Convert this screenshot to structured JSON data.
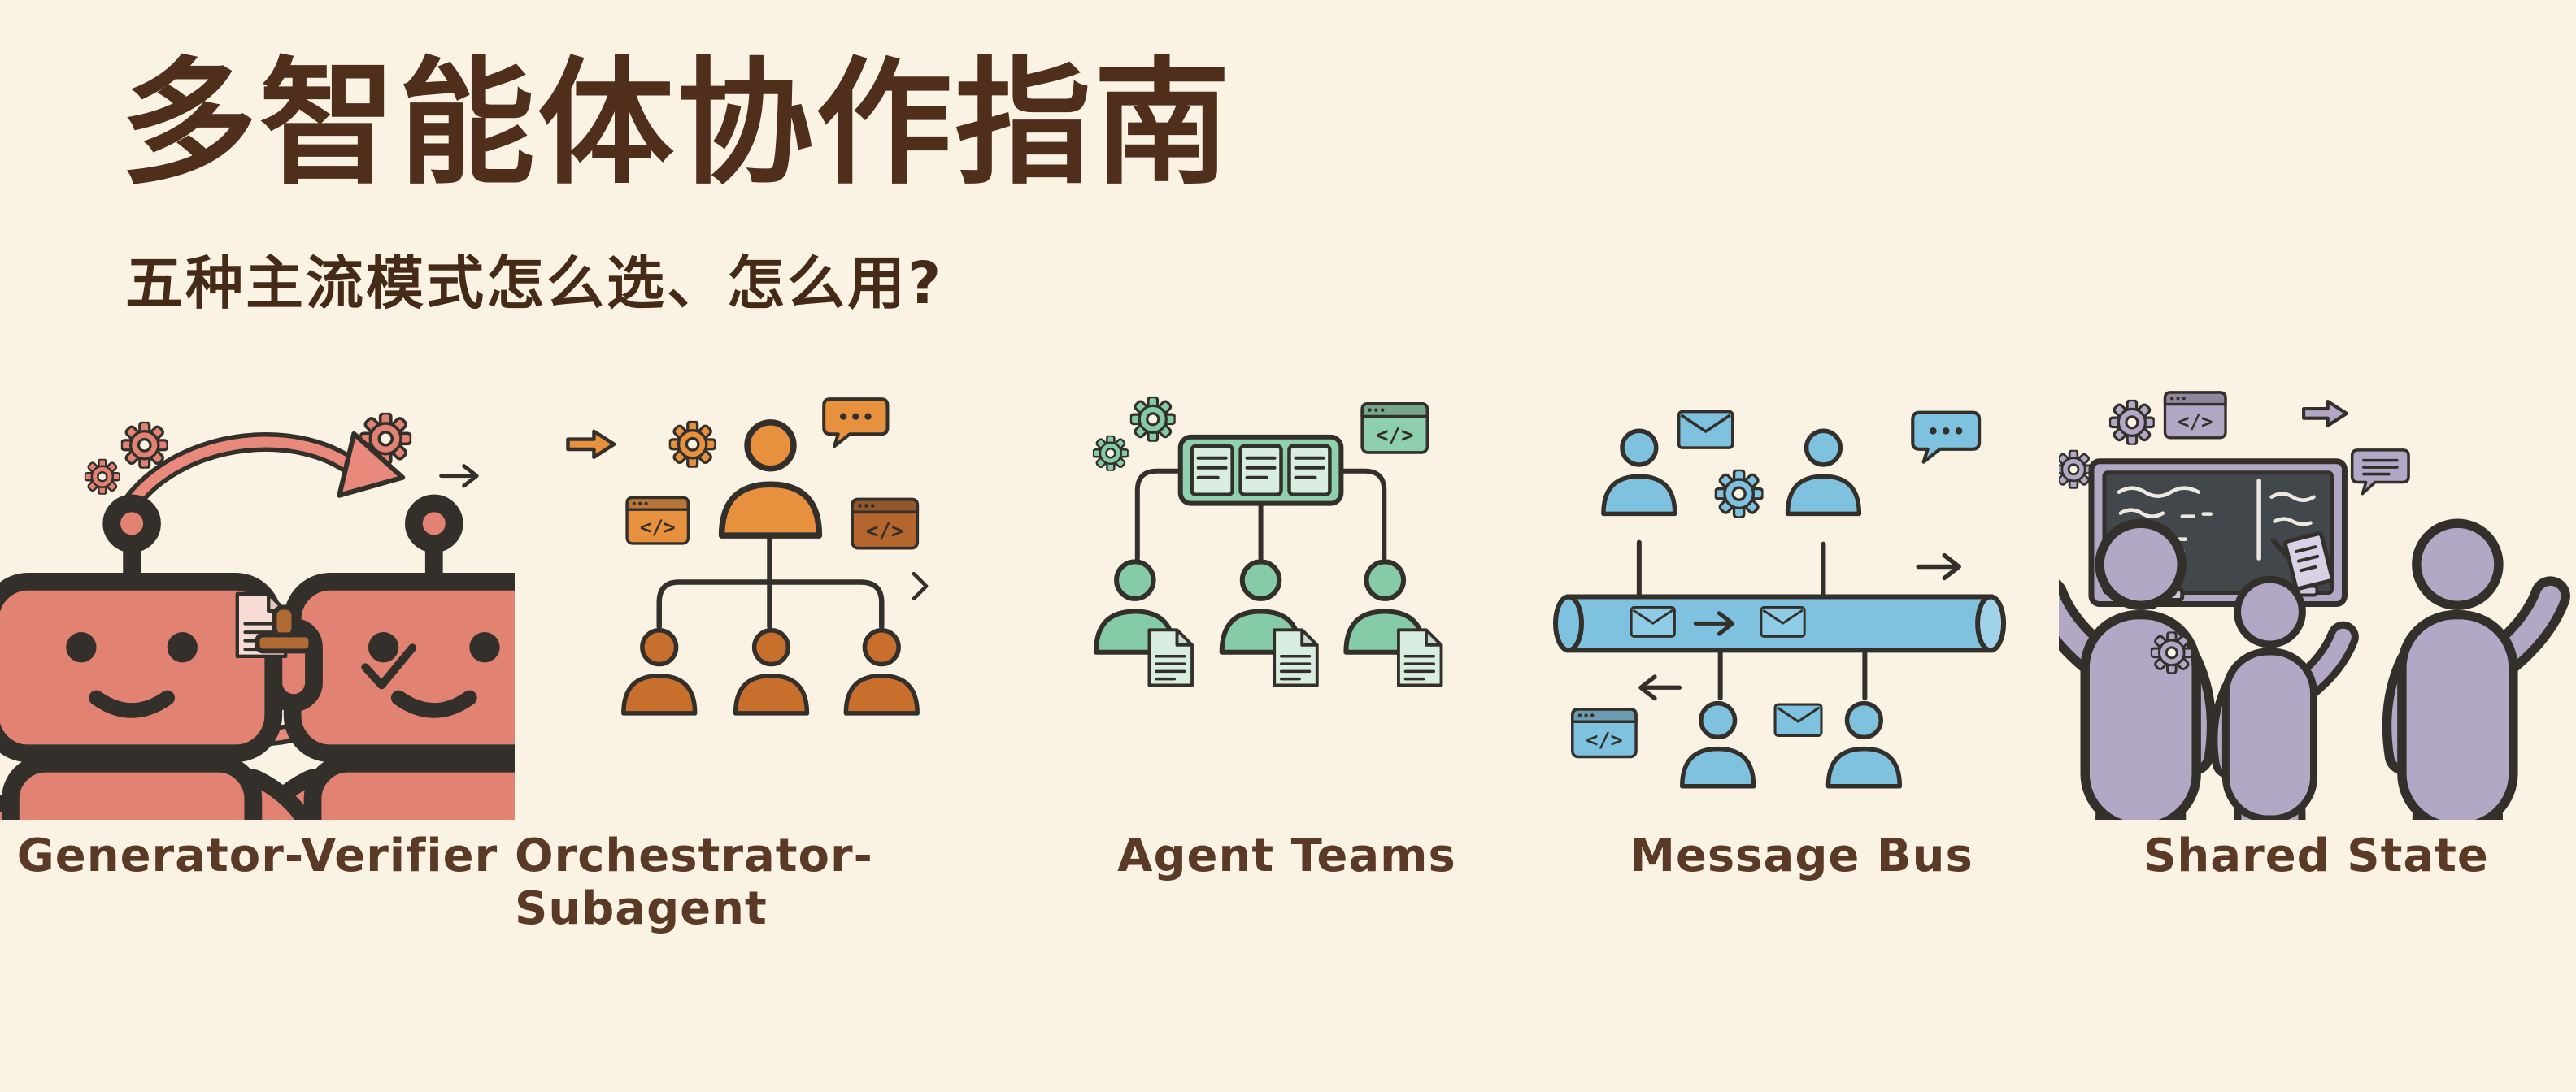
{
  "header": {
    "title": "多智能体协作指南",
    "subtitle": "五种主流模式怎么选、怎么用?"
  },
  "icons": {
    "code_glyph": "</>"
  },
  "patterns": [
    {
      "id": "generator-verifier",
      "label": "Generator-Verifier",
      "accent": "#e28273"
    },
    {
      "id": "orchestrator-subagent",
      "label": "Orchestrator-Subagent",
      "accent": "#e7913f"
    },
    {
      "id": "agent-teams",
      "label": "Agent Teams",
      "accent": "#85cba8"
    },
    {
      "id": "message-bus",
      "label": "Message Bus",
      "accent": "#7fc2e0"
    },
    {
      "id": "shared-state",
      "label": "Shared State",
      "accent": "#b3a7c6"
    }
  ],
  "colors": {
    "background": "#faf3e3",
    "outline": "#33302b",
    "title_text": "#4f2e1b",
    "label_text": "#5a3a26",
    "coral": "#e28273",
    "rust": "#c2622f",
    "stamp_brown": "#b06a33",
    "orange": "#e7913f",
    "orange_dark": "#c96f2e",
    "teal": "#85cba8",
    "blue": "#7fc2e0",
    "purple": "#b3a7c6",
    "blackboard": "#42474c"
  }
}
